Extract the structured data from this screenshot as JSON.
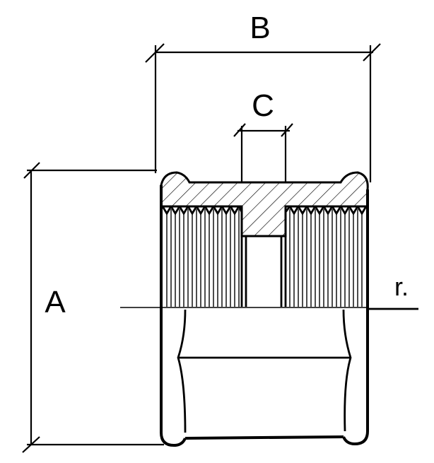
{
  "labels": {
    "a": "A",
    "b": "B",
    "c": "C",
    "r": "r."
  },
  "colors": {
    "ink": "#000000",
    "paper": "#ffffff"
  }
}
